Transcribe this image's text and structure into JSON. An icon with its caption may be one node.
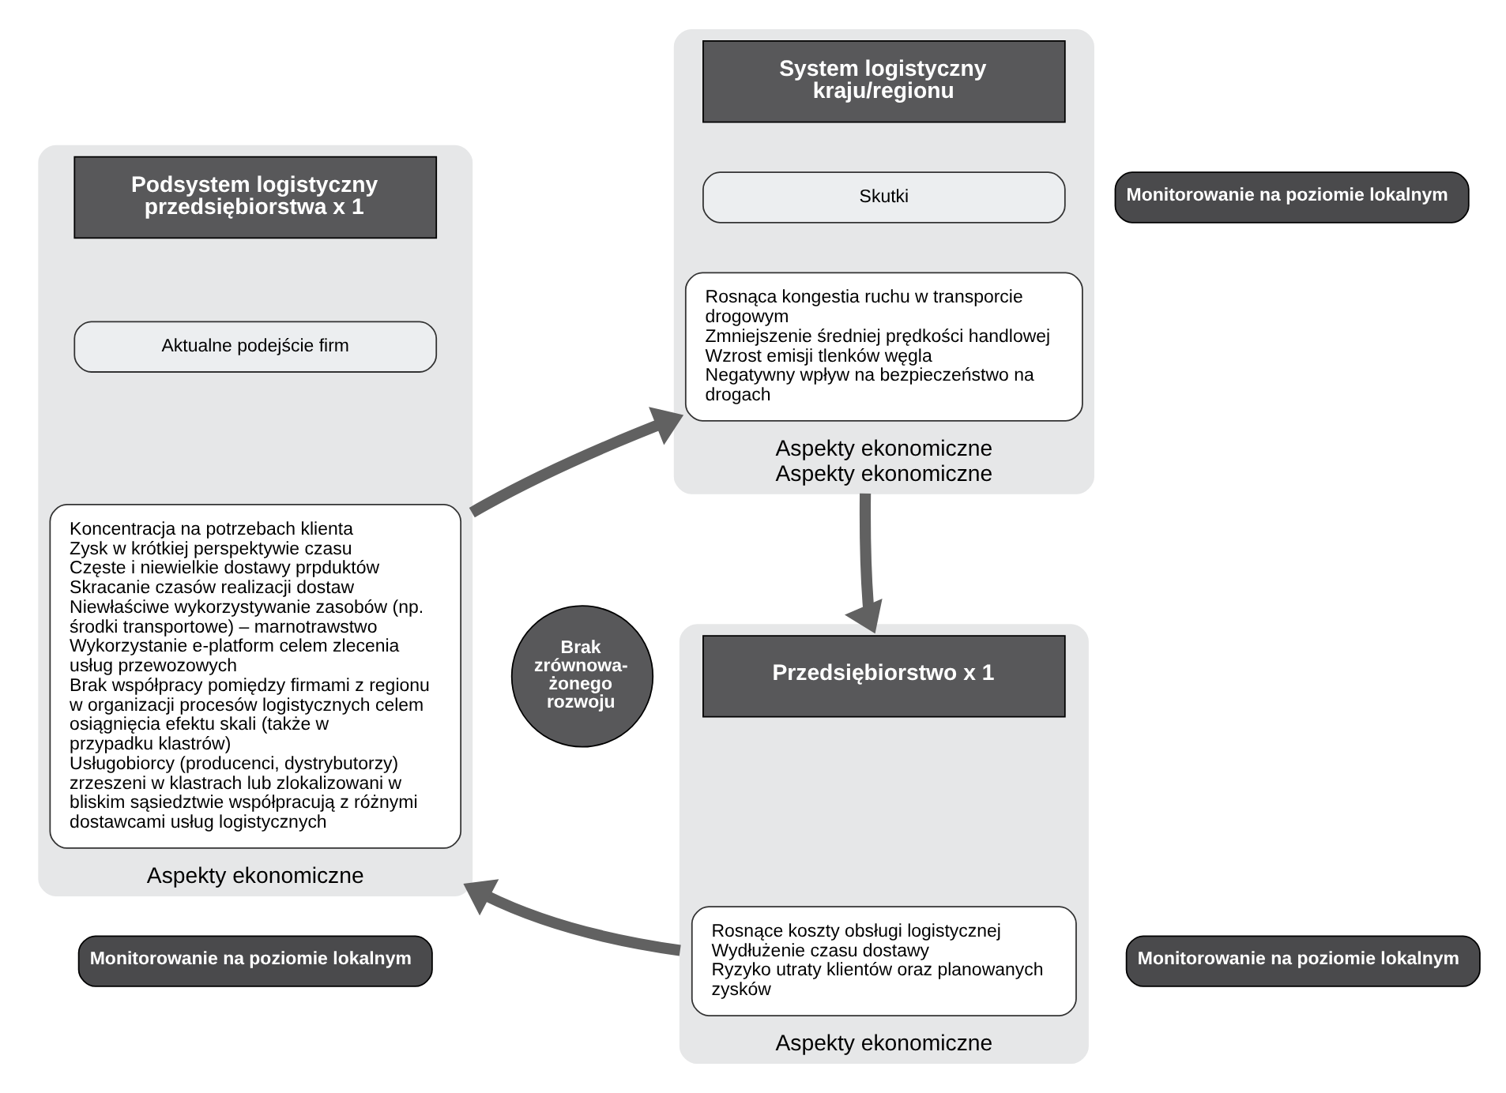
{
  "diagram": {
    "nodes": [
      {
        "text": [
          "Aspekty ekonomiczne"
        ]
      },
      {
        "text": [
          "Podsystem logistyczny przedsiębiorstwa x 1"
        ],
        "in": 0
      },
      {
        "text": [
          "Aktualne podejście firm"
        ],
        "in": 0
      },
      {
        "text": [
          "Koncentracja na potrzebach klienta",
          "Zysk w krótkiej perspektywie czasu",
          "Częste i niewielkie dostawy prpduktów",
          "Skracanie czasów realizacji dostaw",
          "Niewłaściwe wykorzystywanie zasobów (np. środki transportowe) – marnotrawstwo",
          "Wykorzystanie e-platform celem zlecenia usług przewozowych",
          "Brak współpracy pomiędzy firmami z regionu w organizacji procesów logistycznych celem osiągnięcia efektu skali (także w przypadku klastrów)",
          "Usługobiorcy (producenci, dystrybutorzy) zrzeszeni w klastrach lub zlokalizowani w bliskim sąsiedztwie współpracują z różnymi dostawcami usług logistycznych"
        ],
        "in": 0
      },
      {
        "text": [
          "Aspekty ekonomiczne",
          "Aspekty ekonomiczne"
        ]
      },
      {
        "text": [
          "System logistyczny kraju/regionu"
        ],
        "in": 4
      },
      {
        "text": [
          "Skutki"
        ],
        "in": 4
      },
      {
        "text": [
          "Rosnąca kongestia ruchu w transporcie drogowym",
          "Zmniejszenie średniej prędkości handlowej",
          "Wzrost emisji tlenków węgla",
          "Negatywny wpływ na bezpieczeństwo na drogach"
        ],
        "in": 4
      },
      {
        "text": [
          "Aspekty ekonomiczne"
        ]
      },
      {
        "text": [
          "Przedsiębiorstwo x 1"
        ],
        "in": 8
      },
      {
        "text": [
          "Rosnące koszty obsługi logistycznej",
          "Wydłużenie czasu dostawy",
          "Ryzyko utraty klientów oraz planowanych zysków"
        ],
        "in": 8
      },
      {
        "text": [
          "Brak zrównowa-żonego rozwoju"
        ]
      },
      {
        "text": [
          "Monitorowanie na poziomie lokalnym"
        ]
      },
      {
        "text": [
          "Monitorowanie na poziomie lokalnym"
        ]
      },
      {
        "text": [
          "Monitorowanie na poziomie lokalnym"
        ]
      }
    ],
    "edges": [
      {
        "from": 3,
        "to": 7,
        "arrow": "to"
      },
      {
        "from": 7,
        "to": 9,
        "arrow": "to"
      },
      {
        "from": 10,
        "to": 3,
        "arrow": "to"
      }
    ]
  }
}
